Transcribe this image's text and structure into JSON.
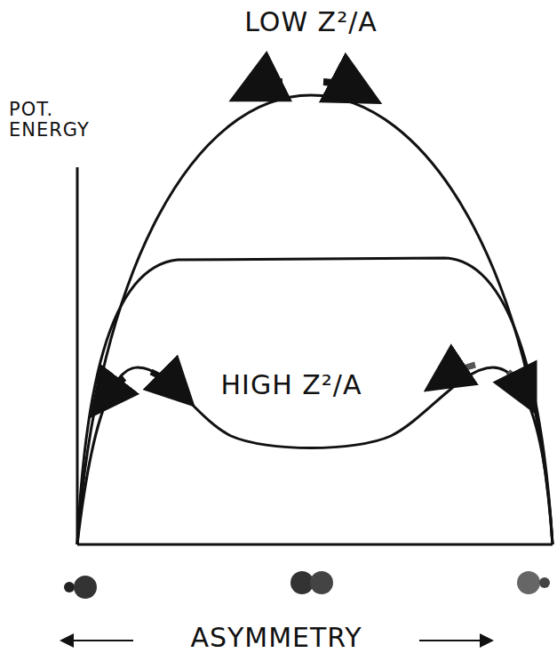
{
  "diagram": {
    "labels": [
      "LOW Z²/A",
      "POT. ENERGY",
      "HIGH Z²/A",
      "ASYMMETRY"
    ]
  }
}
